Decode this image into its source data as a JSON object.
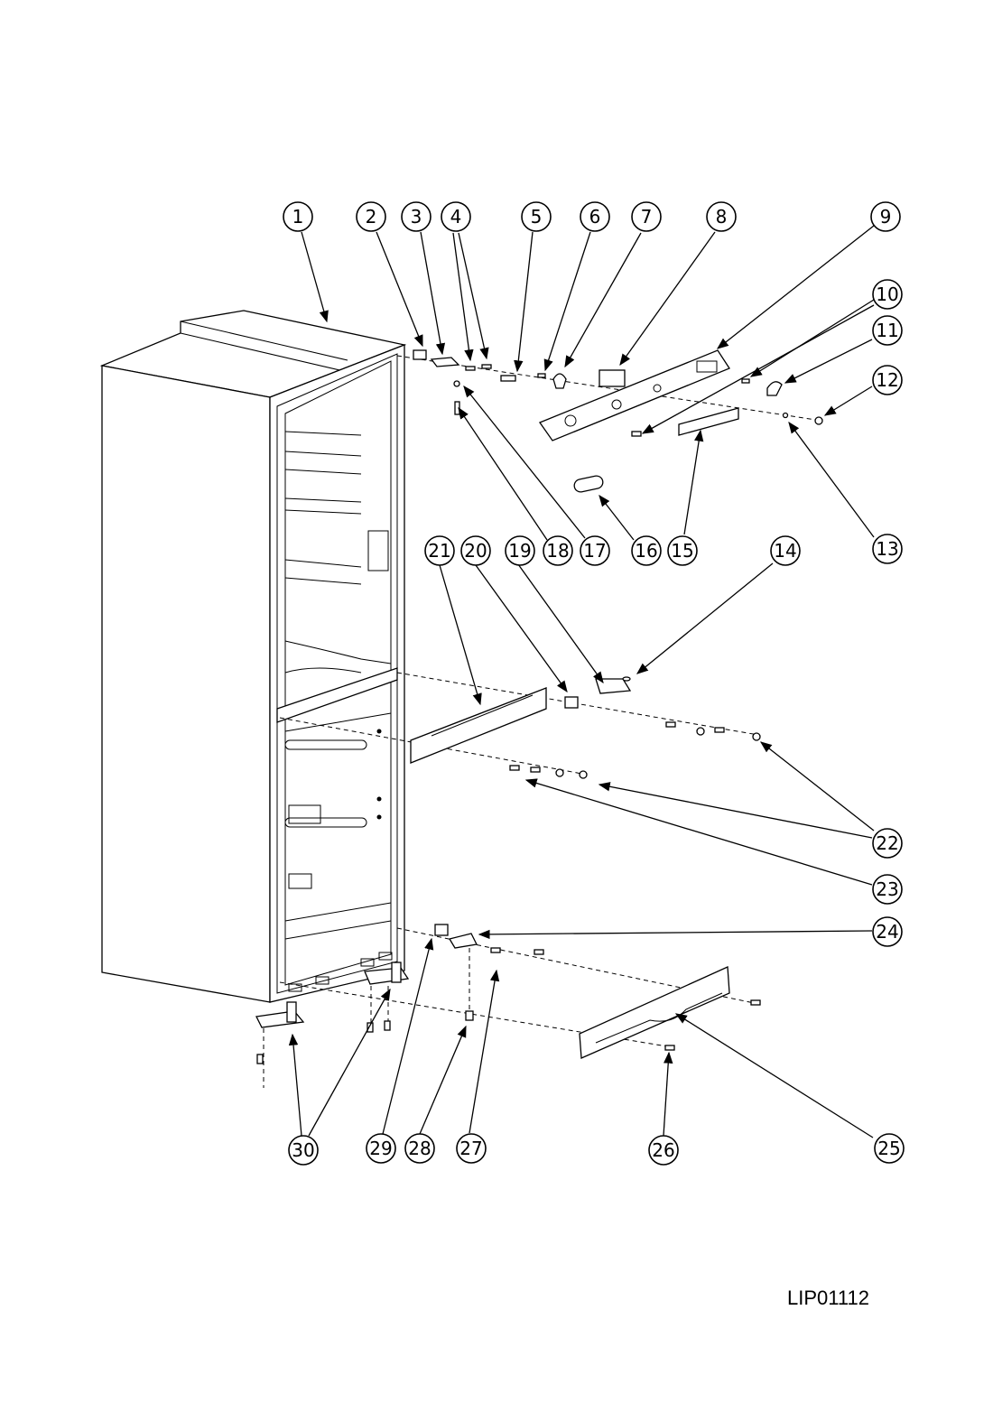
{
  "drawing_code": "LIP01112",
  "callouts": [
    {
      "label": "1"
    },
    {
      "label": "2"
    },
    {
      "label": "3"
    },
    {
      "label": "4"
    },
    {
      "label": "5"
    },
    {
      "label": "6"
    },
    {
      "label": "7"
    },
    {
      "label": "8"
    },
    {
      "label": "9"
    },
    {
      "label": "10"
    },
    {
      "label": "11"
    },
    {
      "label": "12"
    },
    {
      "label": "13"
    },
    {
      "label": "14"
    },
    {
      "label": "15"
    },
    {
      "label": "16"
    },
    {
      "label": "17"
    },
    {
      "label": "18"
    },
    {
      "label": "19"
    },
    {
      "label": "20"
    },
    {
      "label": "21"
    },
    {
      "label": "22"
    },
    {
      "label": "23"
    },
    {
      "label": "24"
    },
    {
      "label": "25"
    },
    {
      "label": "26"
    },
    {
      "label": "27"
    },
    {
      "label": "28"
    },
    {
      "label": "29"
    },
    {
      "label": "30"
    }
  ]
}
